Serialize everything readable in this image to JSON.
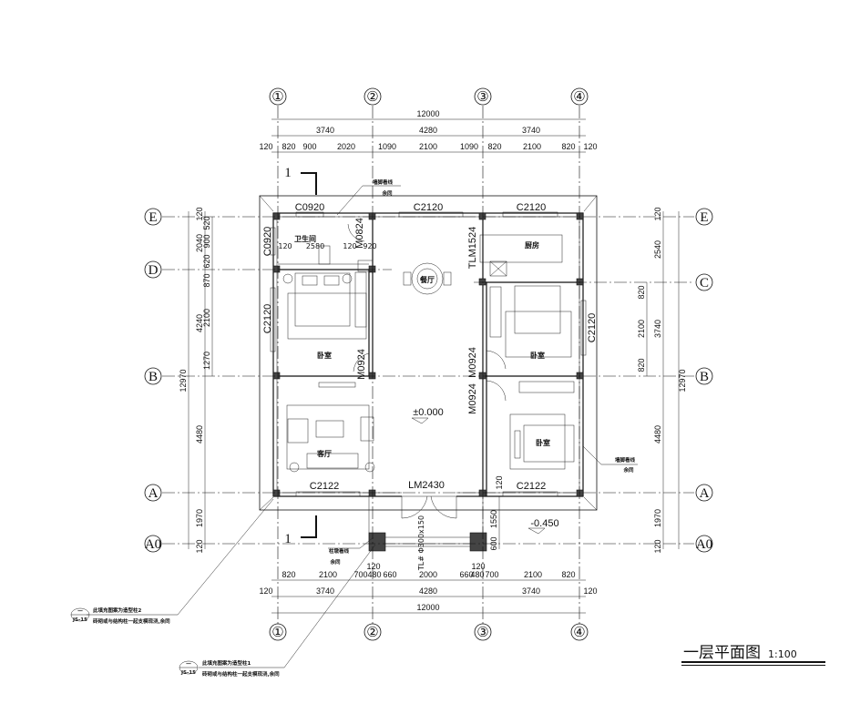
{
  "title": {
    "text": "一层平面图",
    "scale": "1:100"
  },
  "axes": {
    "columns": [
      "①",
      "②",
      "③",
      "④"
    ],
    "rows_left": [
      "E",
      "D",
      "B",
      "A",
      "A0"
    ],
    "rows_right": [
      "E",
      "C",
      "B",
      "A",
      "A0"
    ]
  },
  "dims": {
    "top_total": "12000",
    "top_bays": [
      "3740",
      "4280",
      "3740"
    ],
    "top_detail": [
      "120",
      "820",
      "900",
      "2020",
      "1090",
      "2100",
      "1090",
      "820",
      "2100",
      "820",
      "120"
    ],
    "bottom_total": "12000",
    "bottom_bays": [
      "120",
      "3740",
      "4280",
      "3740",
      "120"
    ],
    "bottom_detail": [
      "820",
      "2100",
      "700",
      "480",
      "660",
      "2000",
      "660",
      "480",
      "700",
      "2100",
      "820"
    ],
    "bottom_small": [
      "120",
      "120"
    ],
    "left_total": "12970",
    "left_bays": [
      "120",
      "2040",
      "4240",
      "4480",
      "1970",
      "120"
    ],
    "left_detail": [
      "520",
      "900",
      "620",
      "870",
      "2100",
      "1270"
    ],
    "right_total": "12970",
    "right_bays": [
      "120",
      "2540",
      "3740",
      "4480",
      "1970",
      "120"
    ],
    "right_detail": [
      "820",
      "2100",
      "820"
    ]
  },
  "openings": {
    "c0920_top": "C0920",
    "c2120_top_mid": "C2120",
    "c2120_top_right": "C2120",
    "c0920_left": "C0920",
    "c2120_left": "C2120",
    "c2120_right": "C2120",
    "m0824": "M0824",
    "tlm1524": "TLM1524",
    "m0924_a": "M0924",
    "m0924_b": "M0924",
    "m0924_c": "M0924",
    "c2122_left": "C2122",
    "c2122_right": "C2122",
    "lm2430": "LM2430"
  },
  "rooms": {
    "bathroom": "卫生间",
    "dining": "餐厅",
    "kitchen": "厨房",
    "bedroom_nw": "卧室",
    "bedroom_ne": "卧室",
    "living": "客厅",
    "bedroom_se": "卧室"
  },
  "bath_dims": [
    "120",
    "2580",
    "120",
    "920"
  ],
  "levels": {
    "floor": "±0.000",
    "outside": "-0.450"
  },
  "porch": {
    "d1": "1550",
    "d2": "600",
    "beam": "TL# Φ300x150",
    "small120": "120"
  },
  "section_mark": {
    "top": "1",
    "bottom": "1"
  },
  "notes": {
    "eave_top": [
      "墙脚看线",
      "余同"
    ],
    "eave_right": [
      "墙脚看线",
      "余同"
    ],
    "column_line": [
      "柱墩看线",
      "余同"
    ],
    "detail2": [
      "此填充图案为造型柱2",
      "砖砌或与结构柱一起支模现浇,余同"
    ],
    "detail1": [
      "此填充图案为造型柱1",
      "砖砌或与结构柱一起支模现浇,余同"
    ],
    "bubble_top": "一",
    "bubble_bottom": "JS-15"
  }
}
